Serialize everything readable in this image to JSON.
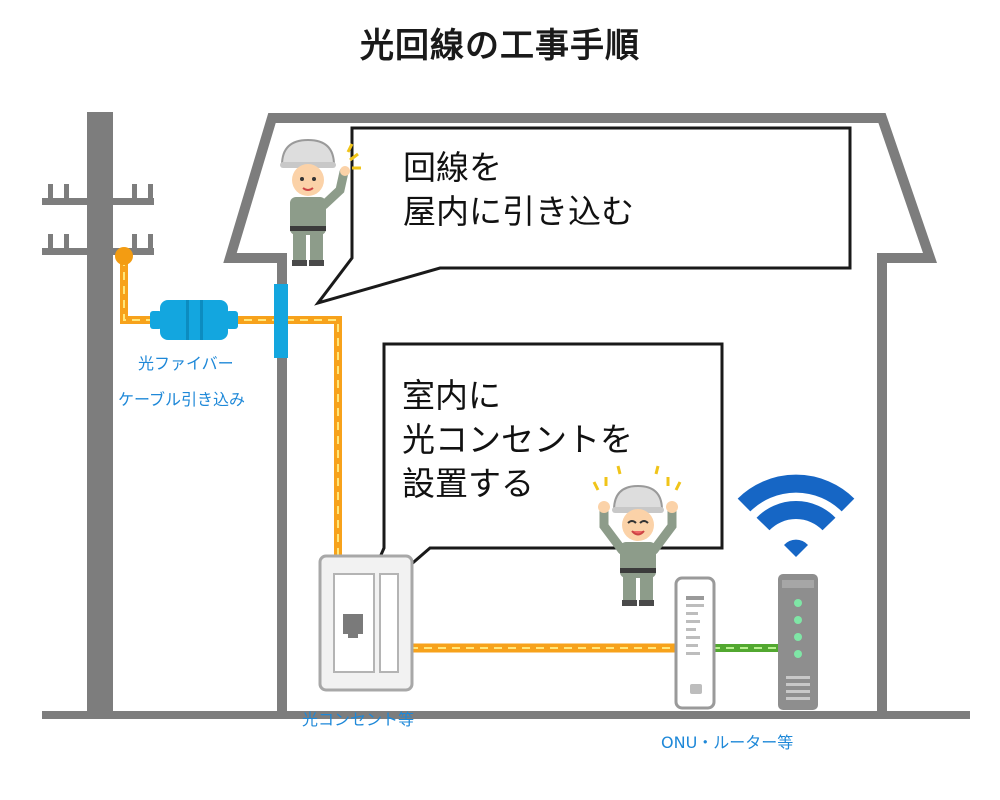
{
  "title": "光回線の工事手順",
  "bubbles": {
    "step1": {
      "line1": "回線を",
      "line2": "屋内に引き込む"
    },
    "step2": {
      "line1": "室内に",
      "line2": "光コンセントを",
      "line3": "設置する"
    }
  },
  "labels": {
    "fiber_line1": "光ファイバー",
    "fiber_line2": "ケーブル引き込み",
    "outlet": "光コンセント等",
    "onu": "ONU・ルーター等"
  },
  "colors": {
    "cable_orange": "#f7a21b",
    "cable_green": "#52a830",
    "connector_blue": "#13a6df",
    "wifi_blue": "#1666c5",
    "house_gray": "#7d7d7d",
    "label_blue": "#1e88d8"
  },
  "icons": [
    "utility-pole",
    "house-outline",
    "worker-pointing",
    "worker-cheering",
    "wifi-icon",
    "onu-device",
    "router-device",
    "optical-outlet",
    "cable-connector"
  ]
}
